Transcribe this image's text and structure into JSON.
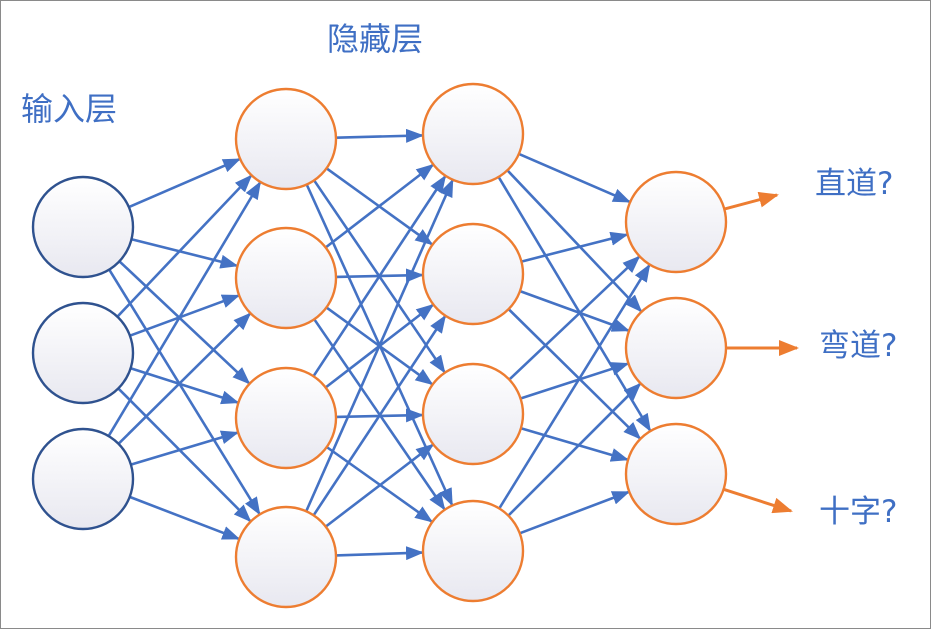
{
  "labels": {
    "input_layer": "输入层",
    "hidden_layer": "隐藏层",
    "outputs": [
      "直道?",
      "弯道?",
      "十字?"
    ]
  },
  "network": {
    "layers": [
      {
        "role": "input",
        "nodes": 3
      },
      {
        "role": "hidden",
        "nodes": 4
      },
      {
        "role": "hidden",
        "nodes": 4
      },
      {
        "role": "output",
        "nodes": 3
      }
    ],
    "fully_connected": true
  },
  "colors": {
    "edge": "#4472c4",
    "input_stroke": "#2f528f",
    "hidden_stroke": "#ed7d31",
    "output_arrow": "#ed7d31",
    "label": "#3f6fc4",
    "node_fill_top": "#ffffff",
    "node_fill_bottom": "#e8e8f0"
  }
}
